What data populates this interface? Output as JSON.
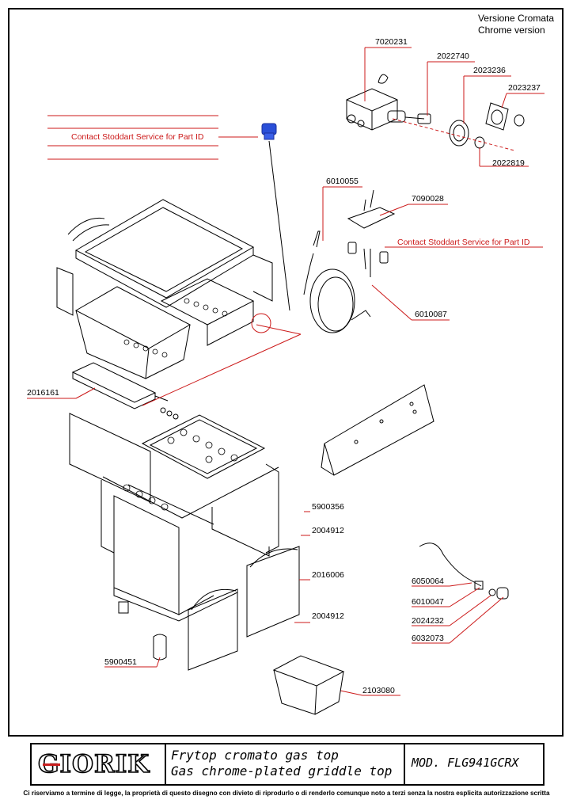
{
  "header": {
    "line1": "Versione  Cromata",
    "line2": "Chrome version"
  },
  "contact_note": "Contact Stoddart Service for Part ID",
  "parts": {
    "p7020231": "7020231",
    "p2022740": "2022740",
    "p2023236": "2023236",
    "p2023237": "2023237",
    "p2022819": "2022819",
    "p6010055": "6010055",
    "p7090028": "7090028",
    "p6010087": "6010087",
    "p2016161": "2016161",
    "p5900356": "5900356",
    "p2004912a": "2004912",
    "p2016006": "2016006",
    "p2004912b": "2004912",
    "p6050064": "6050064",
    "p6010047": "6010047",
    "p2024232": "2024232",
    "p6032073": "6032073",
    "p5900451": "5900451",
    "p2103080": "2103080"
  },
  "title_block": {
    "logo": "GIORIK",
    "desc_it": "Frytop cromato gas top",
    "desc_en": "Gas chrome-plated griddle top",
    "model": "MOD. FLG941GCRX"
  },
  "footer": "Ci riserviamo a termine di legge, la proprietà di questo disegno con divieto di riprodurlo o di renderlo comunque noto a terzi senza la nostra esplicita autorizzazione scritta",
  "colors": {
    "leader": "#cc1a1a",
    "line": "#000000",
    "accent": "#2a4fd8"
  }
}
